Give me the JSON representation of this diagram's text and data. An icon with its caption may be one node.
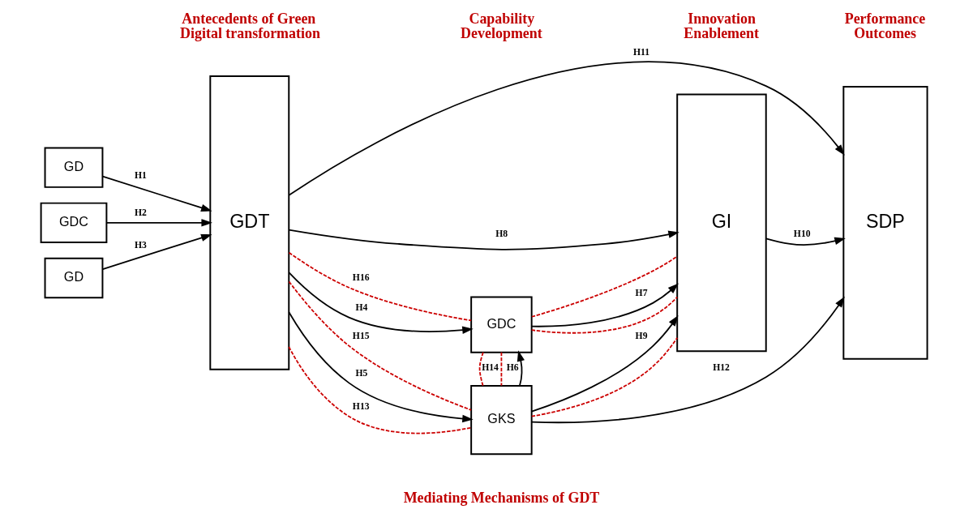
{
  "diagram": {
    "nodes": [
      {
        "text": [
          "GD"
        ]
      },
      {
        "text": [
          "GDC"
        ]
      },
      {
        "text": [
          "GD"
        ]
      },
      {
        "text": [
          "GDT"
        ]
      },
      {
        "text": [
          "GDC"
        ]
      },
      {
        "text": [
          "GKS"
        ]
      },
      {
        "text": [
          "GI"
        ]
      },
      {
        "text": [
          "SDP"
        ]
      }
    ],
    "edges": [
      {
        "from": 0,
        "to": 3,
        "arrow": "to",
        "label": "H1"
      },
      {
        "from": 1,
        "to": 3,
        "arrow": "to",
        "label": "H2"
      },
      {
        "from": 2,
        "to": 3,
        "arrow": "to",
        "label": "H3"
      },
      {
        "from": 3,
        "to": 6,
        "arrow": "to",
        "label": "H8"
      },
      {
        "from": 3,
        "to": 4,
        "arrow": "none",
        "style": "dashed",
        "color": "#cc0000",
        "label": "H16"
      },
      {
        "from": 4,
        "to": 6,
        "arrow": "none",
        "style": "dashed",
        "color": "#cc0000"
      },
      {
        "from": 3,
        "to": 4,
        "arrow": "to",
        "label": "H4"
      },
      {
        "from": 4,
        "to": 6,
        "arrow": "to",
        "label": "H7"
      },
      {
        "from": 4,
        "to": 6,
        "arrow": "none",
        "style": "dashed",
        "color": "#cc0000"
      },
      {
        "from": 5,
        "to": 4,
        "arrow": "to",
        "label": "H6"
      },
      {
        "from": 4,
        "to": 5,
        "arrow": "none",
        "style": "dashed",
        "color": "#cc0000"
      },
      {
        "from": 4,
        "to": 5,
        "arrow": "none",
        "style": "dashed",
        "color": "#cc0000",
        "label": "H14"
      },
      {
        "from": 3,
        "to": 5,
        "arrow": "none",
        "style": "dashed",
        "color": "#cc0000",
        "label": "H15"
      },
      {
        "from": 5,
        "to": 6,
        "arrow": "to",
        "label": "H9"
      },
      {
        "from": 3,
        "to": 5,
        "arrow": "to",
        "label": "H5"
      },
      {
        "from": 3,
        "to": 5,
        "arrow": "none",
        "style": "dashed",
        "color": "#cc0000",
        "label": "H13"
      },
      {
        "from": 5,
        "to": 6,
        "arrow": "none",
        "style": "dashed",
        "color": "#cc0000"
      },
      {
        "from": 5,
        "to": 7,
        "arrow": "to",
        "label": "H12"
      },
      {
        "from": 6,
        "to": 7,
        "arrow": "to",
        "label": "H10"
      },
      {
        "from": 3,
        "to": 7,
        "arrow": "to",
        "label": "H11"
      }
    ],
    "labels": [
      "Antecedents of Green Digital transformation",
      "Capability Development",
      "Innovation Enablement",
      "Performance Outcomes",
      "Mediating Mechanisms of GDT"
    ]
  }
}
